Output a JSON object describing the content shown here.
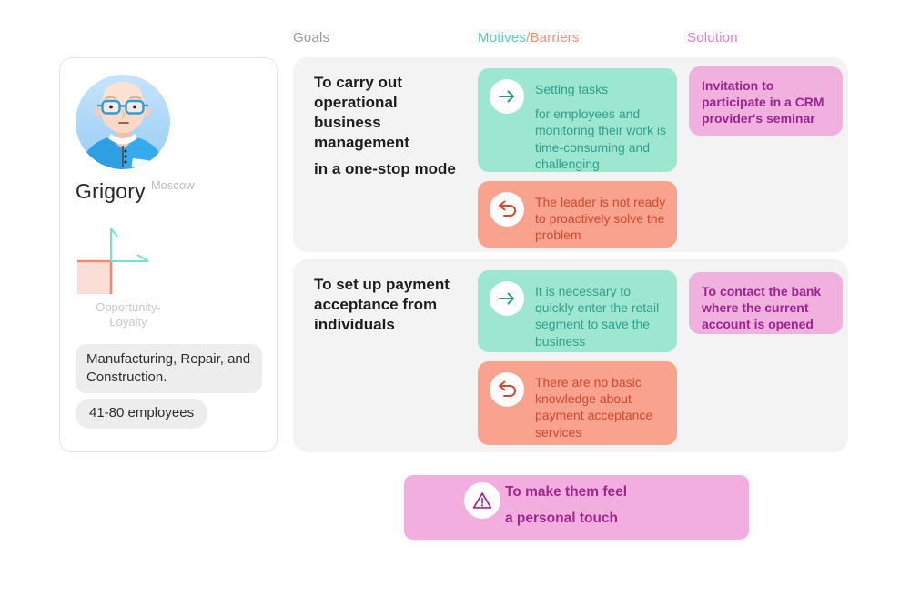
{
  "profile": {
    "name": "Grigory",
    "location": "Moscow",
    "avatar": "bald-man-with-glasses-blue-shirt",
    "chart": {
      "label_line1": "Opportunity-",
      "label_line2": "Loyalty"
    },
    "tags": {
      "industry": "Manufacturing, Repair, and Construction.",
      "company_size": "41-80 employees"
    }
  },
  "header": {
    "goals": "Goals",
    "motives": "Motives",
    "slash_barriers": "/Barriers",
    "solution": "Solution"
  },
  "rows": [
    {
      "goal_lines": [
        "To carry out",
        "operational",
        "business",
        "management"
      ],
      "goal_sub": "in a one-stop mode",
      "motive_title": "Setting tasks",
      "motive_body": "for employees and monitoring their work is time-consuming and challenging",
      "barrier": "The leader is not ready to proactively solve the problem",
      "solution": "Invitation to participate in a CRM provider's seminar"
    },
    {
      "goal_lines": [
        "To set up payment",
        "acceptance from",
        "individuals"
      ],
      "goal_sub": "",
      "motive_title": "",
      "motive_body": "It is necessary to quickly enter the retail segment to save the business",
      "barrier": "There are no basic knowledge about payment acceptance services",
      "solution": "To contact the bank where the current account is opened"
    }
  ],
  "footer": {
    "line1": "To make them feel",
    "line2": "a personal touch"
  },
  "icons": {
    "motive": "arrow-right-icon",
    "barrier": "return-arrow-icon",
    "footer": "warning-triangle-icon"
  },
  "colors": {
    "motive_bg": "#9de7d1",
    "motive_text": "#2e9f8d",
    "barrier_bg": "#f9a28d",
    "barrier_text": "#cf4a32",
    "solution_bg": "#f1b1de",
    "solution_text": "#9c2392",
    "row_bg": "#f3f3f3",
    "header_goals": "#9b9b9b",
    "header_motives": "#4fd1b8",
    "header_barriers": "#fb8c6e",
    "header_solution": "#ea79d0",
    "footer_bg": "#f2aede"
  }
}
